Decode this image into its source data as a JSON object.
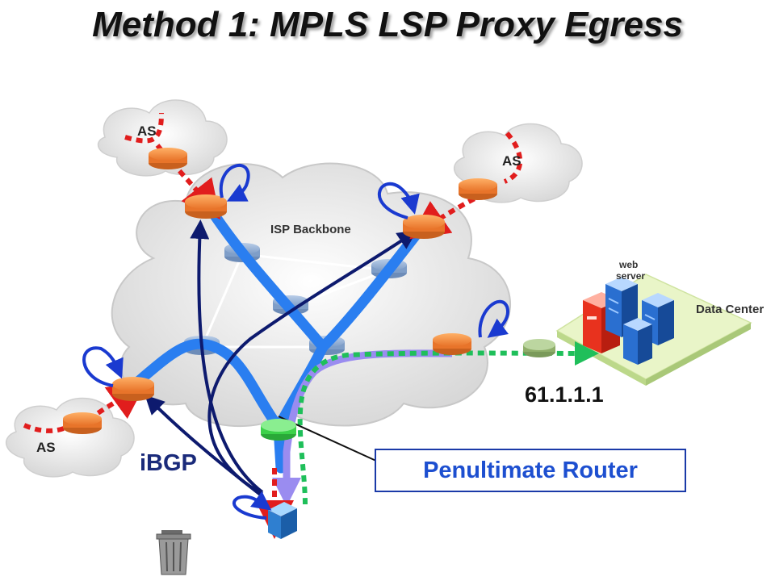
{
  "title": "Method 1: MPLS LSP Proxy Egress",
  "backbone_label": "ISP Backbone",
  "as_labels": [
    "AS",
    "AS",
    "AS"
  ],
  "data_center": {
    "label": "Data Center",
    "server_label_line1": "web",
    "server_label_line2": "server",
    "address": "61.1.1.1"
  },
  "ibgp_label": "iBGP",
  "penultimate_label": "Penultimate Router",
  "colors": {
    "lsp": "#2a7ef0",
    "ibgp": "#0d1a6e",
    "external": "#e11d1d",
    "proxy_path": "#1fbf5a",
    "proxy_lsp": "#9a8cf0",
    "loop": "#1a3ad0",
    "router_edge": "#e8742a",
    "router_core": "#7f9ec8",
    "router_penultimate": "#3cd24a"
  },
  "icons": [
    "edge-router-icon",
    "core-router-icon",
    "penultimate-router-icon",
    "egress-router-icon",
    "trash-icon",
    "web-server-icon"
  ]
}
